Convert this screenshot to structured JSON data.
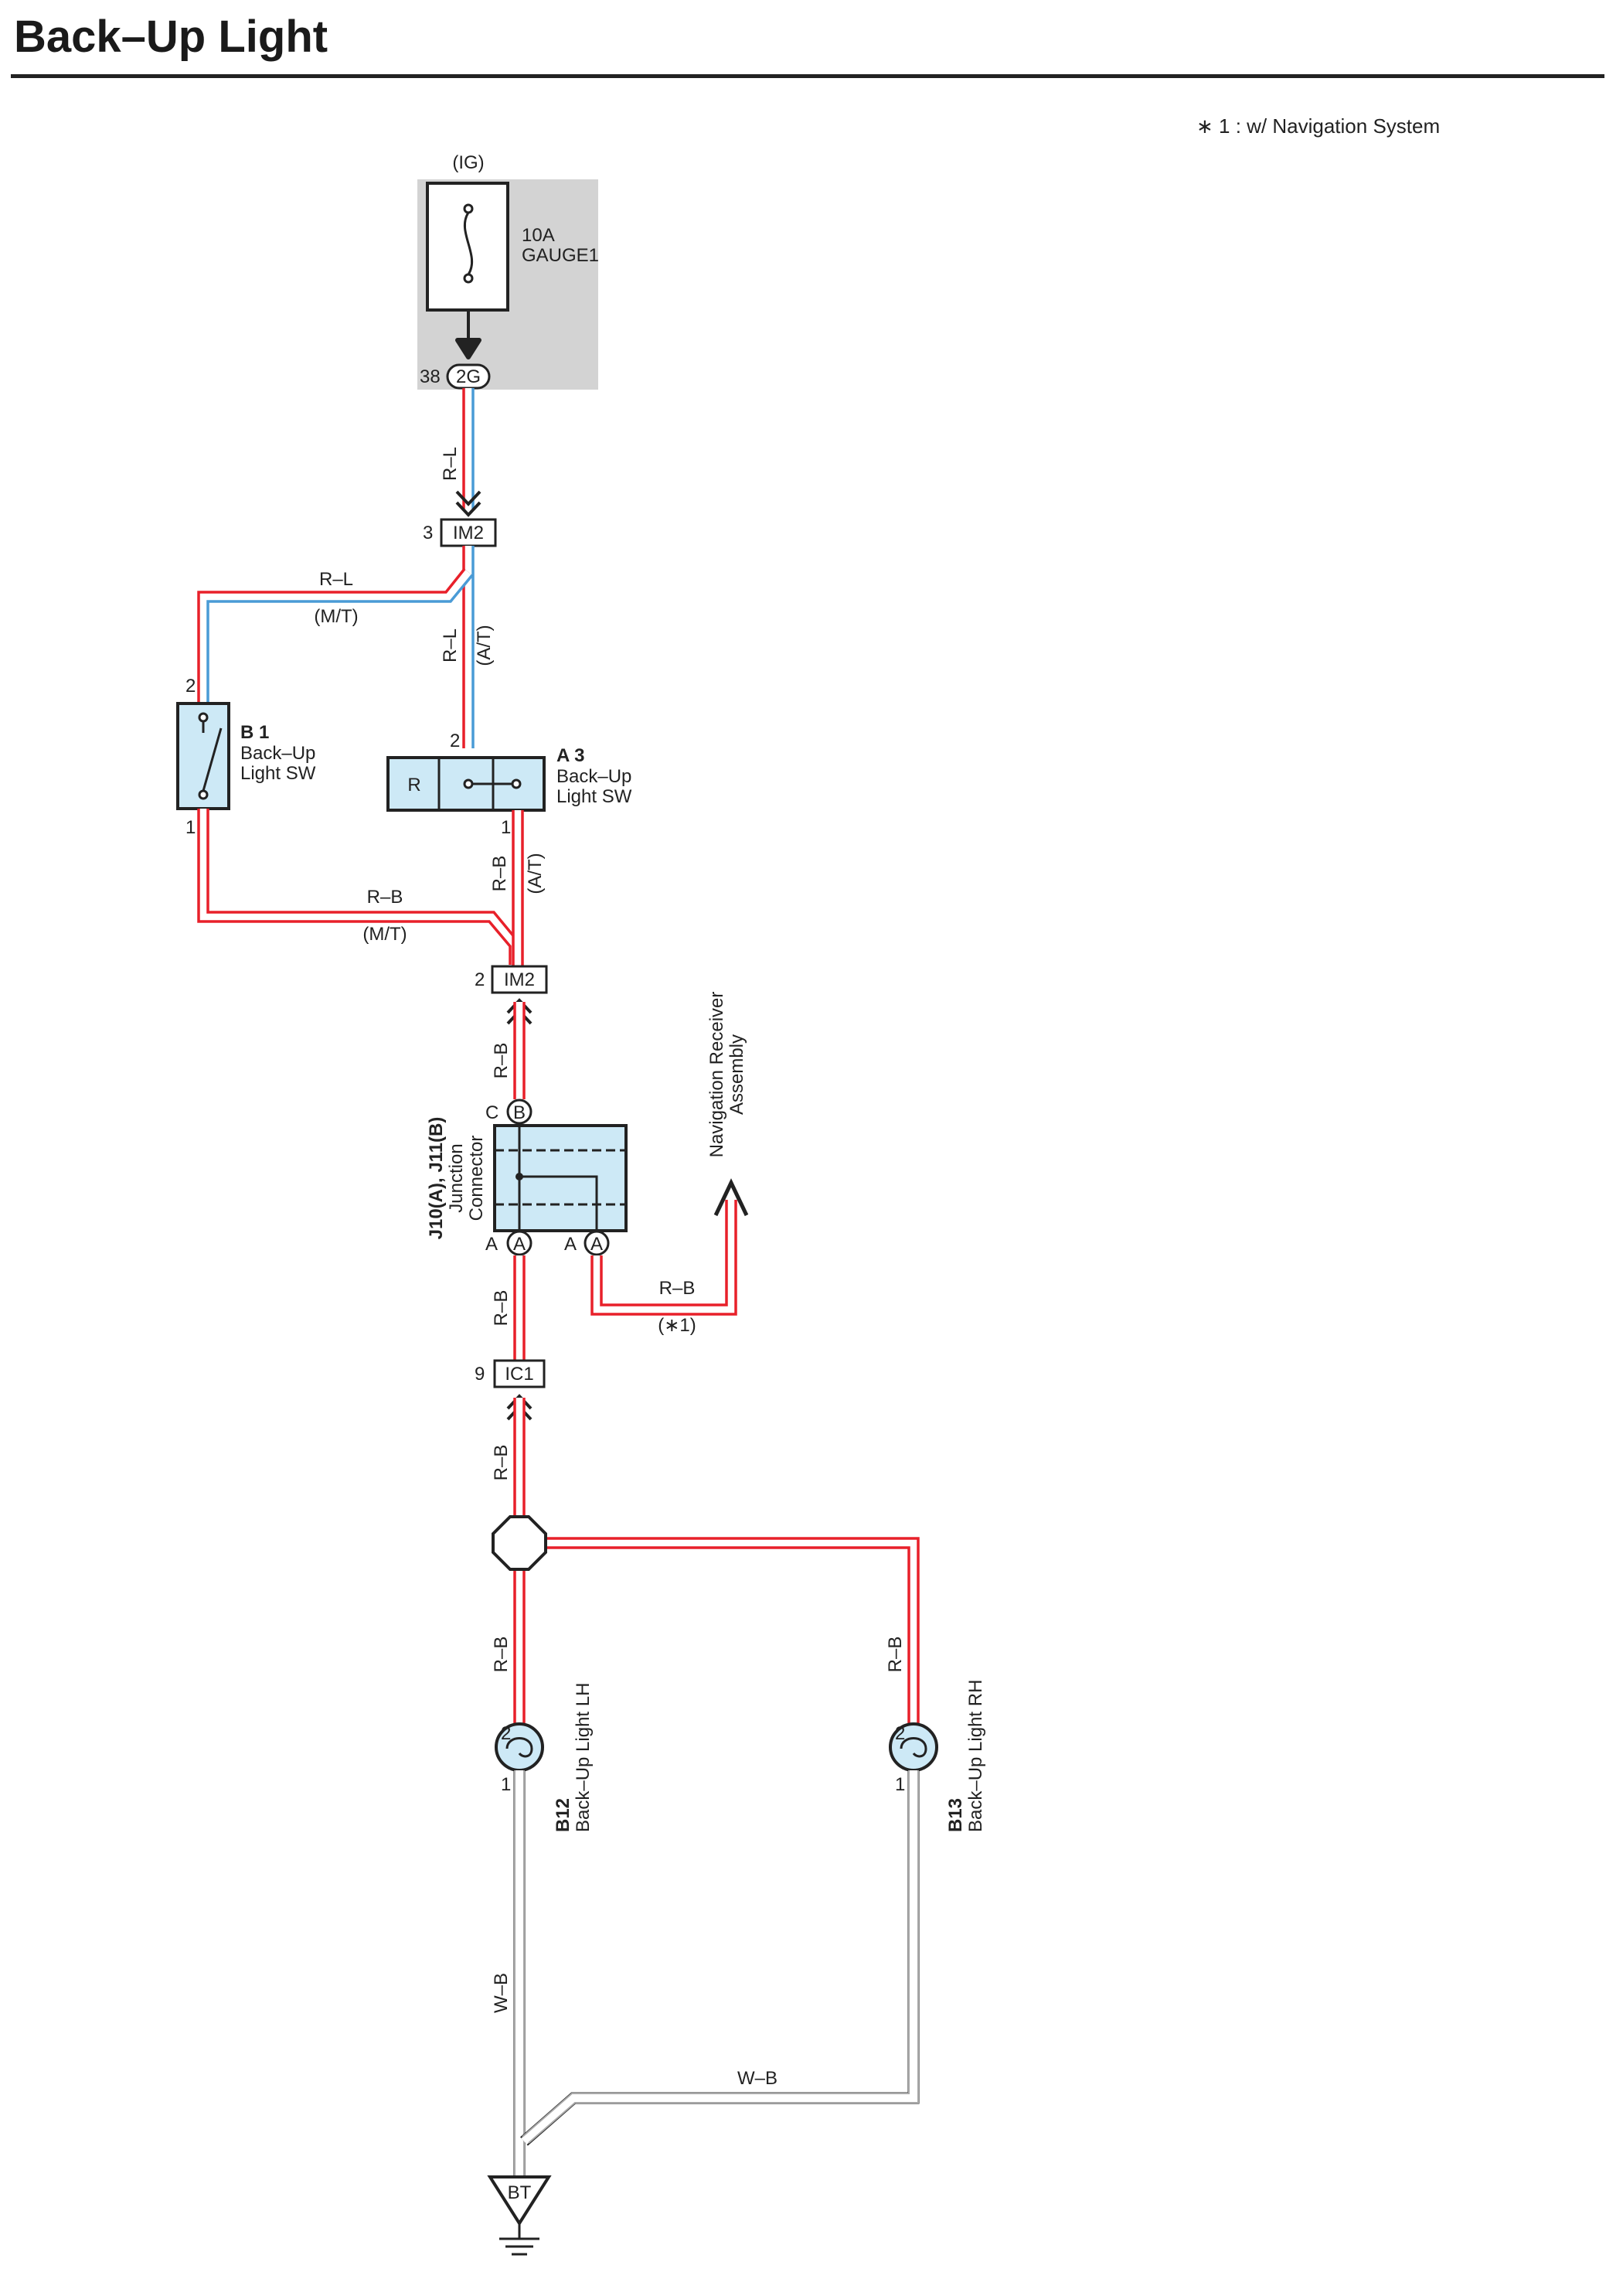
{
  "title": "Back–Up Light",
  "note": "∗ 1 : w/ Navigation System",
  "colors": {
    "wire_red": "#e8202a",
    "wire_blue": "#4a9bd6",
    "wire_white": "#ffffff",
    "wire_black": "#222222",
    "component_fill": "#cde9f6",
    "fusebox_fill": "#d3d3d3"
  },
  "fuse": {
    "source": "(IG)",
    "rating": "10A",
    "name": "GAUGE1",
    "pin": "38",
    "connector": "2G"
  },
  "connectors": {
    "im2_top": {
      "pin": "3",
      "name": "IM2"
    },
    "im2_bottom": {
      "pin": "2",
      "name": "IM2"
    },
    "ic1": {
      "pin": "9",
      "name": "IC1"
    }
  },
  "wires": {
    "rl_fuse": "R–L",
    "rl_mt": "R–L",
    "mt_1": "(M/T)",
    "rl_at": "R–L",
    "at_1": "(A/T)",
    "rb_mt": "R–B",
    "mt_2": "(M/T)",
    "rb_at": "R–B",
    "at_2": "(A/T)",
    "rb_im2": "R–B",
    "rb_nav": "R–B",
    "nav_note": "(∗1)",
    "rb_junction": "R–B",
    "rb_ic1": "R–B",
    "rb_lh": "R–B",
    "rb_rh": "R–B",
    "wb_lh": "W–B",
    "wb_rh": "W–B"
  },
  "switch_b1": {
    "code": "B 1",
    "line1": "Back–Up",
    "line2": "Light SW",
    "pin_top": "2",
    "pin_bottom": "1"
  },
  "switch_a3": {
    "code": "A 3",
    "line1": "Back–Up",
    "line2": "Light SW",
    "pos": "R",
    "pin_top": "2",
    "pin_bottom": "1"
  },
  "junction": {
    "code": "J10(A), J11(B)",
    "line1": "Junction",
    "line2": "Connector",
    "pin_c": "C",
    "term_b": "B",
    "pin_a1": "A",
    "term_a1": "A",
    "pin_a2": "A",
    "term_a2": "A"
  },
  "nav": {
    "line1": "Navigation Receiver",
    "line2": "Assembly"
  },
  "lamp_lh": {
    "code": "B12",
    "name": "Back–Up Light LH",
    "pin_top": "2",
    "pin_bottom": "1"
  },
  "lamp_rh": {
    "code": "B13",
    "name": "Back–Up Light RH",
    "pin_top": "2",
    "pin_bottom": "1"
  },
  "ground": {
    "name": "BT"
  }
}
